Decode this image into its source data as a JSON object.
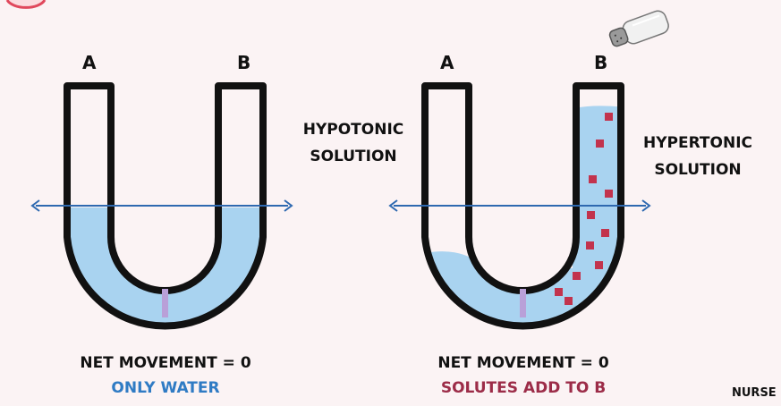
{
  "left_tube": {
    "label_a": "A",
    "label_b": "B",
    "net_movement": "NET MOVEMENT = 0",
    "caption": "ONLY WATER"
  },
  "right_tube": {
    "label_a": "A",
    "label_b": "B",
    "net_movement": "NET MOVEMENT = 0",
    "caption": "SOLUTES ADD TO B"
  },
  "hypotonic": {
    "line1": "HYPOTONIC",
    "line2": "SOLUTION"
  },
  "hypertonic": {
    "line1": "HYPERTONIC",
    "line2": "SOLUTION"
  },
  "brand_text": "NURSE",
  "icons": [
    "salt-shaker-icon",
    "double-arrow-icon",
    "solute-particle-icon"
  ],
  "colors": {
    "background": "#fbf3f4",
    "water": "#a9d3f0",
    "tube_outline": "#111111",
    "membrane": "#b9a0d8",
    "arrow": "#2e69b0",
    "solute": "#c2334d",
    "water_caption": "#2f7bc4",
    "solute_caption": "#9c2c48"
  }
}
